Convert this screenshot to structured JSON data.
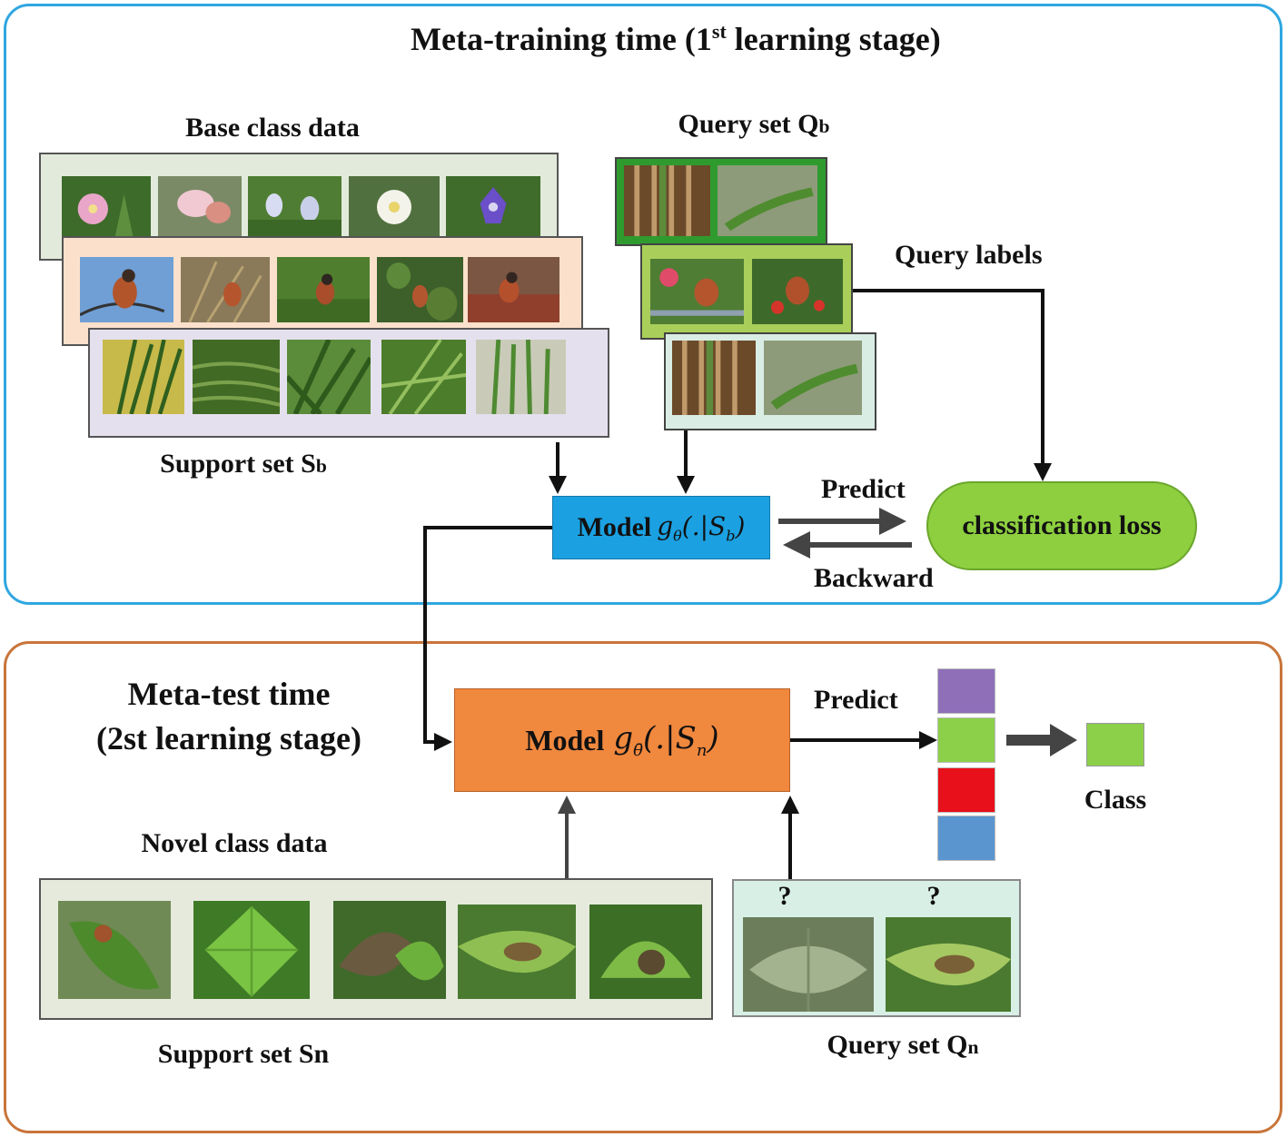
{
  "colors": {
    "stage1_border": "#2fa7e0",
    "stage2_border": "#c8753a",
    "model1_fill": "#1ba1e2",
    "model2_fill": "#f0883e",
    "loss_fill": "#8dcf3f",
    "class_colors": [
      "#8e6fb8",
      "#8cd04a",
      "#e8101a",
      "#5b95d0"
    ],
    "result_color": "#8cd04a"
  },
  "stage1": {
    "title_main": "Meta-training time (1",
    "title_sup": "st",
    "title_end": " learning stage)",
    "base_class_data": "Base class data",
    "support_set_main": "Support set S",
    "support_set_sub": "b",
    "query_set_main": "Query set Q",
    "query_set_sub": "b",
    "query_labels": "Query labels",
    "model_word": "Model",
    "model_func": "g",
    "model_func_sub": "θ",
    "model_args": "(.|S",
    "model_args_sub": "b",
    "model_args_end": ")",
    "predict": "Predict",
    "backward": "Backward",
    "loss": "classification loss"
  },
  "stage2": {
    "title_line1": "Meta-test time",
    "title_line2": "(2st learning stage)",
    "model_word": "Model",
    "model_func": "g",
    "model_func_sub": "θ̄",
    "model_args": "(.|S",
    "model_args_sub": "n",
    "model_args_end": ")",
    "predict": "Predict",
    "class": "Class",
    "novel_class_data": "Novel class data",
    "support_set": "Support set Sn",
    "query_set_main": "Query set Q",
    "query_set_sub": "n",
    "query_mark": "?"
  },
  "images": {
    "base_row1": [
      "flower-photo",
      "flower-photo",
      "flower-photo",
      "flower-photo",
      "flower-photo"
    ],
    "base_row2": [
      "bird-photo",
      "bird-photo",
      "bird-photo",
      "bird-photo",
      "bird-photo"
    ],
    "base_row3": [
      "grass-photo",
      "grass-photo",
      "grass-photo",
      "grass-photo",
      "grass-photo"
    ],
    "query_b": [
      "stem-photo",
      "stem-photo",
      "bird-photo",
      "bird-photo",
      "stem-photo",
      "stem-photo"
    ],
    "novel": [
      "leaf-photo",
      "leaf-photo",
      "leaf-photo",
      "leaf-photo",
      "leaf-photo"
    ],
    "query_n": [
      "leaf-photo",
      "leaf-photo"
    ]
  }
}
